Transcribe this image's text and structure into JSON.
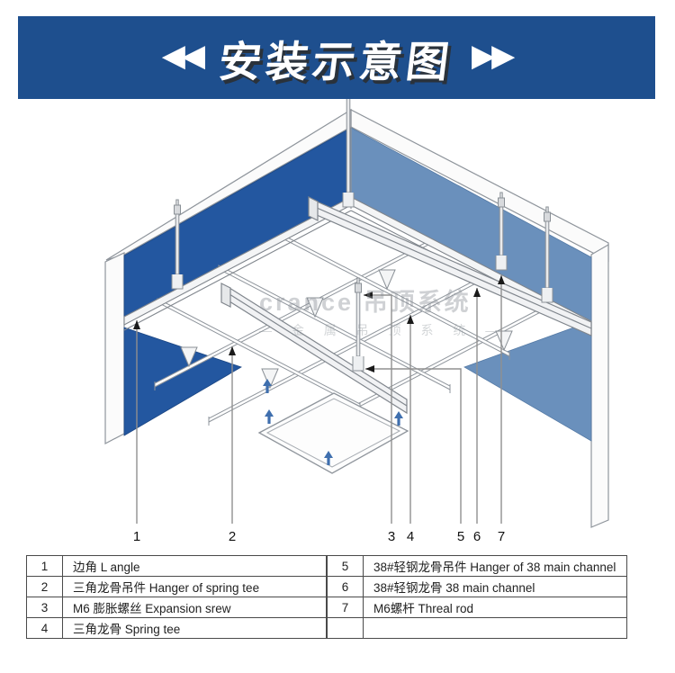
{
  "banner": {
    "title": "安装示意图",
    "left_arrows": "◀◀",
    "right_arrows": "▶▶",
    "bg_color": "#1e4f8e"
  },
  "watermark": {
    "line1": "crance 吊顶系统",
    "line2": "— 金 属 吊 顶 系 统 —"
  },
  "callouts": [
    "1",
    "2",
    "3",
    "4",
    "5",
    "6",
    "7"
  ],
  "legend": {
    "left": [
      {
        "num": "1",
        "desc": "边角 L angle"
      },
      {
        "num": "2",
        "desc": "三角龙骨吊件 Hanger of spring tee"
      },
      {
        "num": "3",
        "desc": "M6 膨胀螺丝 Expansion srew"
      },
      {
        "num": "4",
        "desc": "三角龙骨 Spring tee"
      }
    ],
    "right": [
      {
        "num": "5",
        "desc": "38#轻钢龙骨吊件 Hanger of 38 main channel"
      },
      {
        "num": "6",
        "desc": "38#轻钢龙骨  38 main channel"
      },
      {
        "num": "7",
        "desc": "M6螺杆 Threal rod"
      },
      {
        "num": "",
        "desc": ""
      }
    ]
  },
  "colors": {
    "banner_bg": "#1e4f8e",
    "wall_left_blue": "#2357a0",
    "wall_right_blue": "#6a90bc",
    "panel_arrow_blue": "#3f6fae",
    "line_gray": "#8f959c"
  }
}
